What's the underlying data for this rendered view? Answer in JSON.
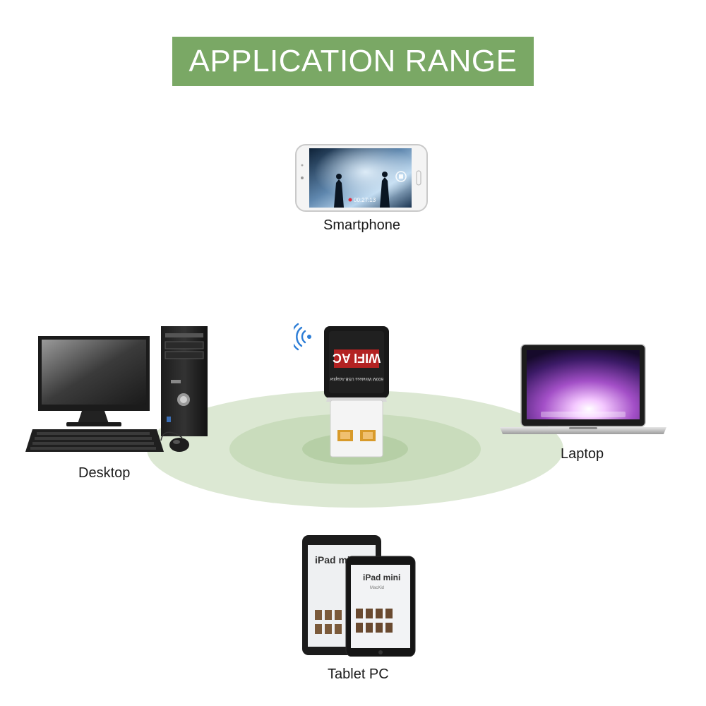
{
  "header": {
    "title": "APPLICATION RANGE"
  },
  "devices": {
    "smartphone": {
      "label": "Smartphone",
      "screen_text": "00:27:13"
    },
    "desktop": {
      "label": "Desktop"
    },
    "laptop": {
      "label": "Laptop"
    },
    "tablet": {
      "label": "Tablet PC",
      "screen_brand": "iPad mini",
      "screen_sub": "MacKid"
    }
  },
  "adapter": {
    "brand_text": "WIFI AC",
    "model_text": "600M Wireless USB Adapter",
    "icon": "wifi-signal-icon"
  },
  "colors": {
    "banner": "#7aa865",
    "range_outer": "#dce8d3",
    "range_middle": "#c9dcbc",
    "range_inner": "#b6cfa6"
  }
}
